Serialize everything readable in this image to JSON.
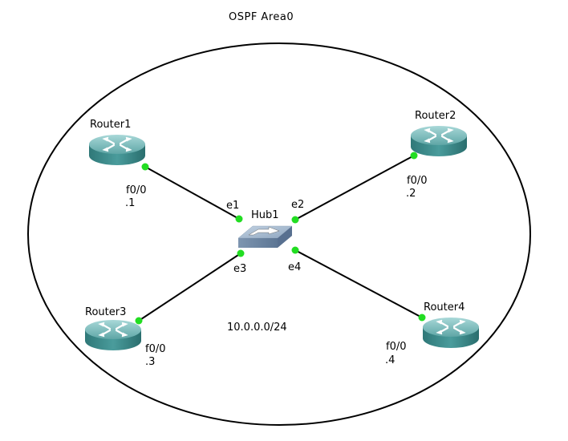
{
  "title": "OSPF Area0",
  "network_label": "10.0.0.0/24",
  "colors": {
    "link": "#000000",
    "port_dot": "#22dd22",
    "router_body": "#3a8a8a",
    "router_top": "#8ec8c8",
    "hub_top": "#a8bcd0",
    "hub_side": "#6f88a4"
  },
  "hub": {
    "name": "Hub1",
    "ports": [
      "e1",
      "e2",
      "e3",
      "e4"
    ]
  },
  "routers": [
    {
      "name": "Router1",
      "interface": "f0/0",
      "ip_suffix": ".1",
      "hub_port": "e1"
    },
    {
      "name": "Router2",
      "interface": "f0/0",
      "ip_suffix": ".2",
      "hub_port": "e2"
    },
    {
      "name": "Router3",
      "interface": "f0/0",
      "ip_suffix": ".3",
      "hub_port": "e3"
    },
    {
      "name": "Router4",
      "interface": "f0/0",
      "ip_suffix": ".4",
      "hub_port": "e4"
    }
  ]
}
